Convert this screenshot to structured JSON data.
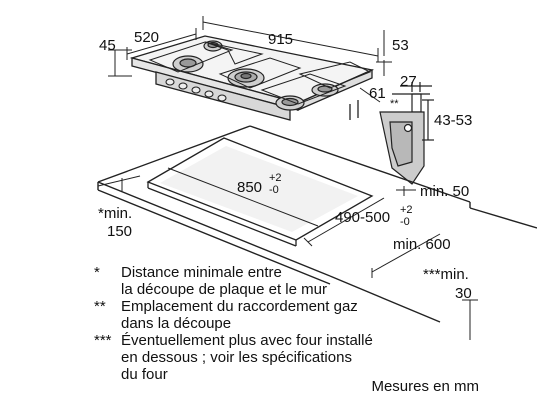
{
  "dimensions": {
    "cooktop_depth": "520",
    "cooktop_width": "915",
    "left_offset": "45",
    "top_height": "53",
    "side_height": "61",
    "depth_27": "27",
    "edge_range": "43-53",
    "double_star": "**",
    "cutout_width": "850",
    "cutout_width_tol_plus": "+2",
    "cutout_width_tol_minus": "-0",
    "cutout_depth": "490-500",
    "cutout_depth_tol_plus": "+2",
    "cutout_depth_tol_minus": "-0",
    "min_50": "min. 50",
    "min_600": "min. 600",
    "min_150_star": "*min.",
    "min_150_value": "150",
    "min_30_star": "***min.",
    "min_30_value": "30"
  },
  "legend": [
    {
      "mark": "*",
      "text": "Distance minimale entre\nla découpe de plaque et le mur"
    },
    {
      "mark": "**",
      "text": "Emplacement du raccordement gaz\ndans la découpe"
    },
    {
      "mark": "***",
      "text": "Éventuellement plus avec four installé\nen dessous ; voir les spécifications\ndu four"
    }
  ],
  "unit_note": "Mesures en mm"
}
